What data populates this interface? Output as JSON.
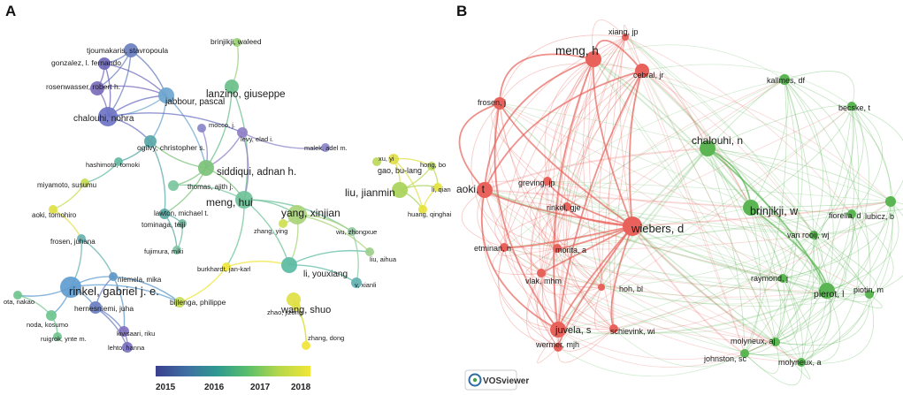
{
  "panel_a": {
    "label": "A",
    "colorbar": {
      "ticks": [
        "2015",
        "2016",
        "2017",
        "2018"
      ],
      "stops": [
        "#3b3f8f",
        "#3f6fa3",
        "#2f9a8f",
        "#5bbf6a",
        "#b7d84a",
        "#f1e636"
      ]
    },
    "nodes": [
      {
        "id": "tjoumakaris",
        "label": "tjoumakaris, stavropoula",
        "color": "#6a7fc0",
        "big": false
      },
      {
        "id": "gonzalez",
        "label": "gonzalez, l. fernando",
        "color": "#6f68b8",
        "big": false
      },
      {
        "id": "rosenwasser",
        "label": "rosenwasser, robert h.",
        "color": "#7a6bb8",
        "big": false
      },
      {
        "id": "jabbour",
        "label": "jabbour, pascal",
        "color": "#6ea6cf",
        "big": false
      },
      {
        "id": "chalouhi",
        "label": "chalouhi, nohra",
        "color": "#6d73c4",
        "big": false
      },
      {
        "id": "brinjikji",
        "label": "brinjikji, waleed",
        "color": "#9ad07a",
        "big": false
      },
      {
        "id": "lanzino",
        "label": "lanzino, giuseppe",
        "color": "#6bbf8a",
        "big": true
      },
      {
        "id": "mocco",
        "label": "mocco, j.",
        "color": "#8a86c9",
        "big": false
      },
      {
        "id": "levy",
        "label": "levy, elad i.",
        "color": "#8f7fc5",
        "big": false
      },
      {
        "id": "ogilvy",
        "label": "ogilvy, christopher s.",
        "color": "#5aa7a8",
        "big": false
      },
      {
        "id": "malek",
        "label": "malek, adel m.",
        "color": "#8a86c9",
        "big": false
      },
      {
        "id": "siddiqui",
        "label": "siddiqui, adnan h.",
        "color": "#7cc27a",
        "big": true
      },
      {
        "id": "hashimoto",
        "label": "hashimoto, tomoki",
        "color": "#62b9a3",
        "big": false
      },
      {
        "id": "thomas",
        "label": "thomas, ajith j.",
        "color": "#7bc6a0",
        "big": false
      },
      {
        "id": "gao",
        "label": "gao, bu-lang",
        "color": "#bcd85a",
        "big": false
      },
      {
        "id": "xu",
        "label": "xu, yi",
        "color": "#dfe045",
        "big": false
      },
      {
        "id": "hong",
        "label": "hong, bo",
        "color": "#b9d95a",
        "big": false
      },
      {
        "id": "liujm",
        "label": "liu, jianmin",
        "color": "#a8d25a",
        "big": true
      },
      {
        "id": "liqiang",
        "label": "li, qiang",
        "color": "#e4e23e",
        "big": false
      },
      {
        "id": "huang",
        "label": "huang, qinghai",
        "color": "#e6e23a",
        "big": false
      },
      {
        "id": "miyamoto",
        "label": "miyamoto, susumu",
        "color": "#c7dc52",
        "big": false
      },
      {
        "id": "aoki",
        "label": "aoki, tomohiro",
        "color": "#dfe046",
        "big": false
      },
      {
        "id": "meng",
        "label": "meng, hui",
        "color": "#6fc29a",
        "big": true
      },
      {
        "id": "lawton",
        "label": "lawton, michael t.",
        "color": "#5aa8a4",
        "big": false
      },
      {
        "id": "tominaga",
        "label": "tominaga, teiji",
        "color": "#6cbca0",
        "big": false
      },
      {
        "id": "yang",
        "label": "yang, xinjian",
        "color": "#a9d47a",
        "big": true
      },
      {
        "id": "zhangying",
        "label": "zhang, ying",
        "color": "#cfe04e",
        "big": false
      },
      {
        "id": "wu",
        "label": "wu, zhongxue",
        "color": "#8fc9a0",
        "big": false
      },
      {
        "id": "fujimura",
        "label": "fujimura, miki",
        "color": "#7cc4a4",
        "big": false
      },
      {
        "id": "frosen",
        "label": "frosen, juhana",
        "color": "#6ab0b0",
        "big": false
      },
      {
        "id": "liuaihua",
        "label": "liu, aihua",
        "color": "#9ccf8a",
        "big": false
      },
      {
        "id": "liyx",
        "label": "li, youxiang",
        "color": "#5cbba3",
        "big": true
      },
      {
        "id": "vxianli",
        "label": "v, xianli",
        "color": "#62b1b2",
        "big": false
      },
      {
        "id": "burkhardt",
        "label": "burkhardt, jan-karl",
        "color": "#f0e63a",
        "big": false
      },
      {
        "id": "niemela",
        "label": "niemela, mika",
        "color": "#5f98c8",
        "big": false
      },
      {
        "id": "rinkel",
        "label": "rinkel, gabriel j. e.",
        "color": "#5f9ccf",
        "big": true
      },
      {
        "id": "bijlenga",
        "label": "bijlenga, philippe",
        "color": "#c5dc58",
        "big": false
      },
      {
        "id": "hernesniemi",
        "label": "hernesniemi, juha",
        "color": "#6b7fc2",
        "big": false
      },
      {
        "id": "wangshuo",
        "label": "wang, shuo",
        "color": "#e0e044",
        "big": true
      },
      {
        "id": "ota",
        "label": "ota, nakao",
        "color": "#6fc48e",
        "big": false
      },
      {
        "id": "noda",
        "label": "noda, kosumo",
        "color": "#6fc48e",
        "big": false
      },
      {
        "id": "koivisto",
        "label": "kivisaari, riku",
        "color": "#8272bf",
        "big": false
      },
      {
        "id": "zhaojz",
        "label": "zhao, jizong",
        "color": "#dfe045",
        "big": false
      },
      {
        "id": "ruigrok",
        "label": "ruigrok, ynte m.",
        "color": "#6fc48e",
        "big": false
      },
      {
        "id": "lehto",
        "label": "lehto, hanna",
        "color": "#7a70c0",
        "big": false
      },
      {
        "id": "zhangdong",
        "label": "zhang, dong",
        "color": "#f1e43a",
        "big": false
      }
    ]
  },
  "panel_b": {
    "label": "B",
    "logo_text": "VOSviewer",
    "red": "#e8615a",
    "green": "#5ab552",
    "nodes": [
      {
        "id": "xiang",
        "label": "xiang, jp",
        "cluster": "red",
        "big": false
      },
      {
        "id": "meng",
        "label": "meng, h",
        "cluster": "red",
        "big": true
      },
      {
        "id": "cebral",
        "label": "cebral, jr",
        "cluster": "red",
        "big": false
      },
      {
        "id": "kallmes",
        "label": "kallmes, df",
        "cluster": "green",
        "big": false
      },
      {
        "id": "frosen",
        "label": "frosen, j",
        "cluster": "red",
        "big": false
      },
      {
        "id": "becske",
        "label": "becske, t",
        "cluster": "green",
        "big": false
      },
      {
        "id": "chalouhi",
        "label": "chalouhi, n",
        "cluster": "green",
        "big": true
      },
      {
        "id": "greving",
        "label": "greving, jp",
        "cluster": "red",
        "big": false
      },
      {
        "id": "aoki",
        "label": "aoki, t",
        "cluster": "red",
        "big": true
      },
      {
        "id": "brinjikji",
        "label": "brinjikji, w",
        "cluster": "green",
        "big": true
      },
      {
        "id": "fiorella",
        "label": "fiorella, d",
        "cluster": "green",
        "big": false
      },
      {
        "id": "rinkel",
        "label": "rinkel, gje",
        "cluster": "red",
        "big": false
      },
      {
        "id": "lubicz",
        "label": "lubicz, b",
        "cluster": "green",
        "big": false
      },
      {
        "id": "wiebers",
        "label": "wiebers, d",
        "cluster": "red",
        "big": true
      },
      {
        "id": "etminan",
        "label": "etminan, n",
        "cluster": "red",
        "big": false
      },
      {
        "id": "morita",
        "label": "morita, a",
        "cluster": "red",
        "big": false
      },
      {
        "id": "vanrooij",
        "label": "van rooij, wj",
        "cluster": "green",
        "big": false
      },
      {
        "id": "vlak",
        "label": "vlak, mhm",
        "cluster": "red",
        "big": false
      },
      {
        "id": "raymond",
        "label": "raymond, j",
        "cluster": "green",
        "big": false
      },
      {
        "id": "hoh",
        "label": "hoh, bl",
        "cluster": "red",
        "big": false
      },
      {
        "id": "pierot",
        "label": "pierot, l",
        "cluster": "green",
        "big": true
      },
      {
        "id": "piotin",
        "label": "piotin, m",
        "cluster": "green",
        "big": false
      },
      {
        "id": "juvela",
        "label": "juvela, s",
        "cluster": "red",
        "big": true
      },
      {
        "id": "schievink",
        "label": "schievink, wi",
        "cluster": "red",
        "big": false
      },
      {
        "id": "molyneuxaj",
        "label": "molyneux, aj",
        "cluster": "green",
        "big": false
      },
      {
        "id": "wermer",
        "label": "wermer, mjh",
        "cluster": "red",
        "big": false
      },
      {
        "id": "johnston",
        "label": "johnston, sc",
        "cluster": "green",
        "big": false
      },
      {
        "id": "molyneuxa",
        "label": "molyneux, a",
        "cluster": "green",
        "big": false
      }
    ]
  }
}
